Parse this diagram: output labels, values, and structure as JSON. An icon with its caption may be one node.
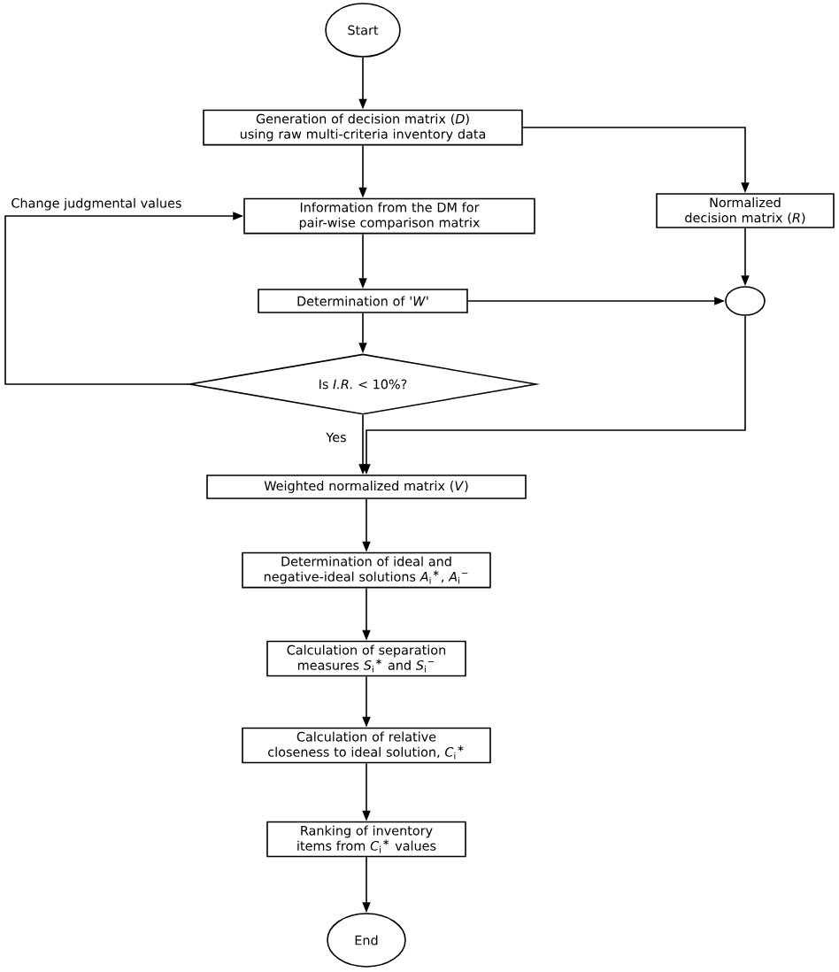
{
  "diagram": {
    "nodes": [
      {
        "text": [
          "Start"
        ]
      },
      {
        "text": [
          "Generation of decision matrix (*D*) using raw multi-criteria inventory data"
        ]
      },
      {
        "text": [
          "Information from the DM for pair-wise comparison matrix"
        ]
      },
      {
        "text": [
          "Normalized decision matrix (*R*)"
        ]
      },
      {
        "text": [
          "Determination of '*W*'"
        ]
      },
      {
        "text": [],
        "shape": "circle"
      },
      {
        "text": [
          "Is *I.R.* < 10%?"
        ]
      },
      {
        "text": [
          "Weighted normalized matrix (*V*)"
        ]
      },
      {
        "text": [
          "Determination of ideal and negative-ideal solutions *A*$_{i}$$^{∗}$, *A*$_{i}$$^{−}$"
        ]
      },
      {
        "text": [
          "Calculation of separation measures *S*$_{i}$$^{∗}$ and *S*$_{i}$$^{−}$"
        ]
      },
      {
        "text": [
          "Calculation of relative closeness to ideal solution, *C*$_{i}$$^{∗}$"
        ]
      },
      {
        "text": [
          "Ranking of inventory items from *C*$_{i}$$^{∗}$ values"
        ]
      },
      {
        "text": [
          "End"
        ]
      }
    ],
    "edges": [
      {
        "from": 0,
        "to": 1,
        "arrow": "to"
      },
      {
        "from": 1,
        "to": 2,
        "arrow": "to"
      },
      {
        "from": 1,
        "to": 3,
        "arrow": "to"
      },
      {
        "from": 2,
        "to": 4,
        "arrow": "to"
      },
      {
        "from": 3,
        "to": 5,
        "arrow": "to"
      },
      {
        "from": 4,
        "to": 5,
        "arrow": "to"
      },
      {
        "from": 4,
        "to": 6,
        "arrow": "to"
      },
      {
        "from": 6,
        "to": 2,
        "arrow": "to",
        "label": "Change judgmental values"
      },
      {
        "from": 6,
        "to": 7,
        "arrow": "to",
        "label": "Yes"
      },
      {
        "from": 5,
        "to": 7,
        "arrow": "to"
      },
      {
        "from": 7,
        "to": 8,
        "arrow": "to"
      },
      {
        "from": 8,
        "to": 9,
        "arrow": "to"
      },
      {
        "from": 9,
        "to": 10,
        "arrow": "to"
      },
      {
        "from": 10,
        "to": 11,
        "arrow": "to"
      },
      {
        "from": 11,
        "to": 12,
        "arrow": "to"
      }
    ]
  }
}
